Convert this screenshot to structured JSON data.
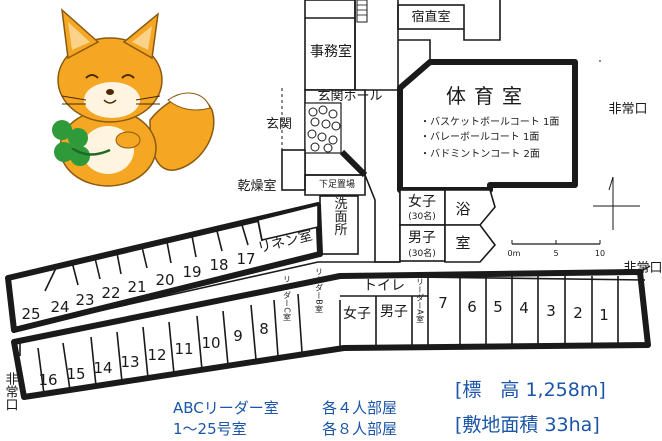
{
  "map": {
    "rooms": {
      "night_duty": "宿直室",
      "office": "事務室",
      "entrance_hall": "玄関ホール",
      "entrance": "玄関",
      "drying": "乾燥室",
      "shoe_area": "下足置場",
      "washroom": "洗面所",
      "linen": "リネン室",
      "gym": "体育室",
      "women": "女子",
      "women_cap": "(30名)",
      "men": "男子",
      "men_cap": "(30名)",
      "bath1": "浴",
      "bath2": "室",
      "toilet": "トイレ",
      "toilet_women": "女子",
      "toilet_men": "男子",
      "leader_a": "リーダーA室",
      "leader_b": "リーダーB室",
      "leader_c": "リーダーC室"
    },
    "gym_facilities": [
      "・バスケットボールコート 1面",
      "・バレーボールコート 1面",
      "・バドミントンコート 2面"
    ],
    "emergency_exit": "非常口",
    "upper_rooms": [
      "25",
      "24",
      "23",
      "22",
      "21",
      "20",
      "19",
      "18",
      "17"
    ],
    "lower_rooms": [
      "16",
      "15",
      "14",
      "13",
      "12",
      "11",
      "10",
      "9",
      "8"
    ],
    "east_rooms": [
      "7",
      "6",
      "5",
      "4",
      "3",
      "2",
      "1"
    ],
    "scale": {
      "labels": [
        "0m",
        "5",
        "10"
      ]
    }
  },
  "legend": {
    "line1_label": "ABCリーダー室",
    "line1_value": "各４人部屋",
    "line2_label": "1～25号室",
    "line2_value": "各８人部屋"
  },
  "info": {
    "elevation": "[標　高 1,258m]",
    "area": "[敷地面積 33ha]"
  },
  "colors": {
    "fox_orange": "#f5a623",
    "clover_green": "#2f9a3a",
    "text_blue": "#1a55a8"
  }
}
